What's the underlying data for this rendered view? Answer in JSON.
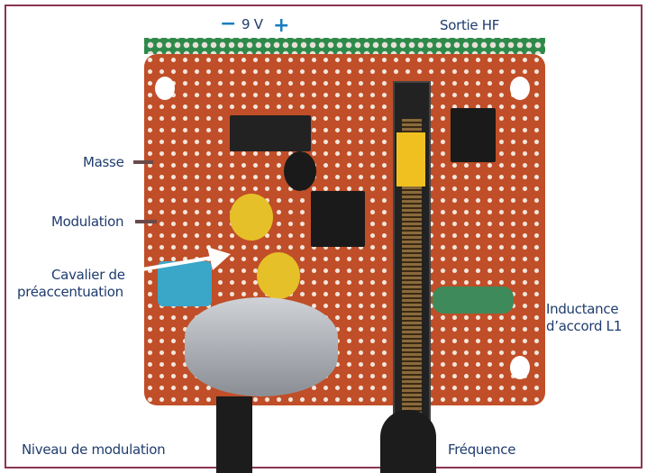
{
  "labels": {
    "minus": "−",
    "voltage": "9 V",
    "plus": "+",
    "output": "Sortie HF",
    "ground": "Masse",
    "modulation": "Modulation",
    "jumper_line1": "Cavalier de",
    "jumper_line2": "préaccentuation",
    "inductance_line1": "Inductance",
    "inductance_line2": "d’accord L1",
    "mod_level": "Niveau de modulation",
    "frequency": "Fréquence"
  },
  "colors": {
    "frame": "#8a3550",
    "label": "#1f3c6e",
    "sign": "#1a7fc0"
  }
}
